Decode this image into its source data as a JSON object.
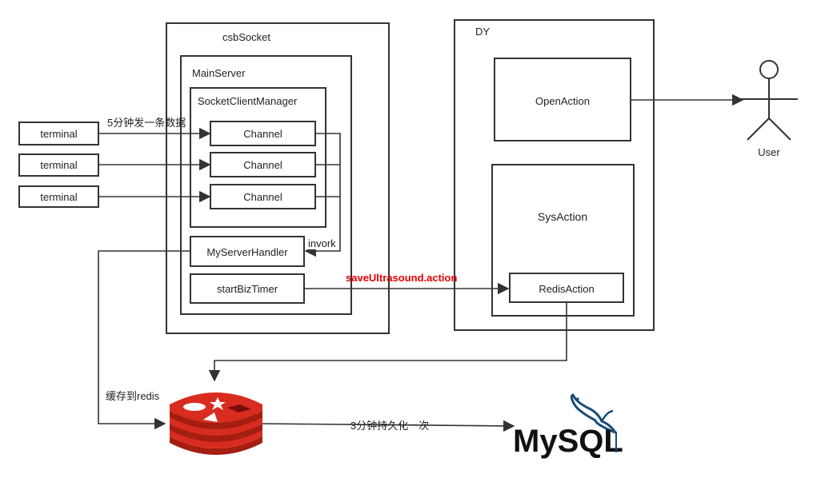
{
  "containers": {
    "csb_socket": "csbSocket",
    "main_server": "MainServer",
    "socket_client_manager": "SocketClientManager",
    "dy": "DY",
    "sys_action": "SysAction"
  },
  "terminals": [
    "terminal",
    "terminal",
    "terminal"
  ],
  "channels": [
    "Channel",
    "Channel",
    "Channel"
  ],
  "components": {
    "my_server_handler": "MyServerHandler",
    "start_biz_timer": "startBizTimer",
    "open_action": "OpenAction",
    "redis_action": "RedisAction"
  },
  "actor": {
    "name": "User",
    "icon": "stick-figure-user-icon"
  },
  "edge_labels": {
    "send_data": "5分钟发一条数据",
    "invoke": "invork",
    "save_action": "saveUltrasound.action",
    "cache_redis": "缓存到redis",
    "persist": "3分钟持久化一次"
  },
  "logos": {
    "redis": "redis-logo-icon",
    "mysql": "MySQL"
  },
  "colors": {
    "stroke": "#333333",
    "highlight_label": "#e60000",
    "redis_red": "#d82c20",
    "mysql_blue": "#1a4b78"
  }
}
